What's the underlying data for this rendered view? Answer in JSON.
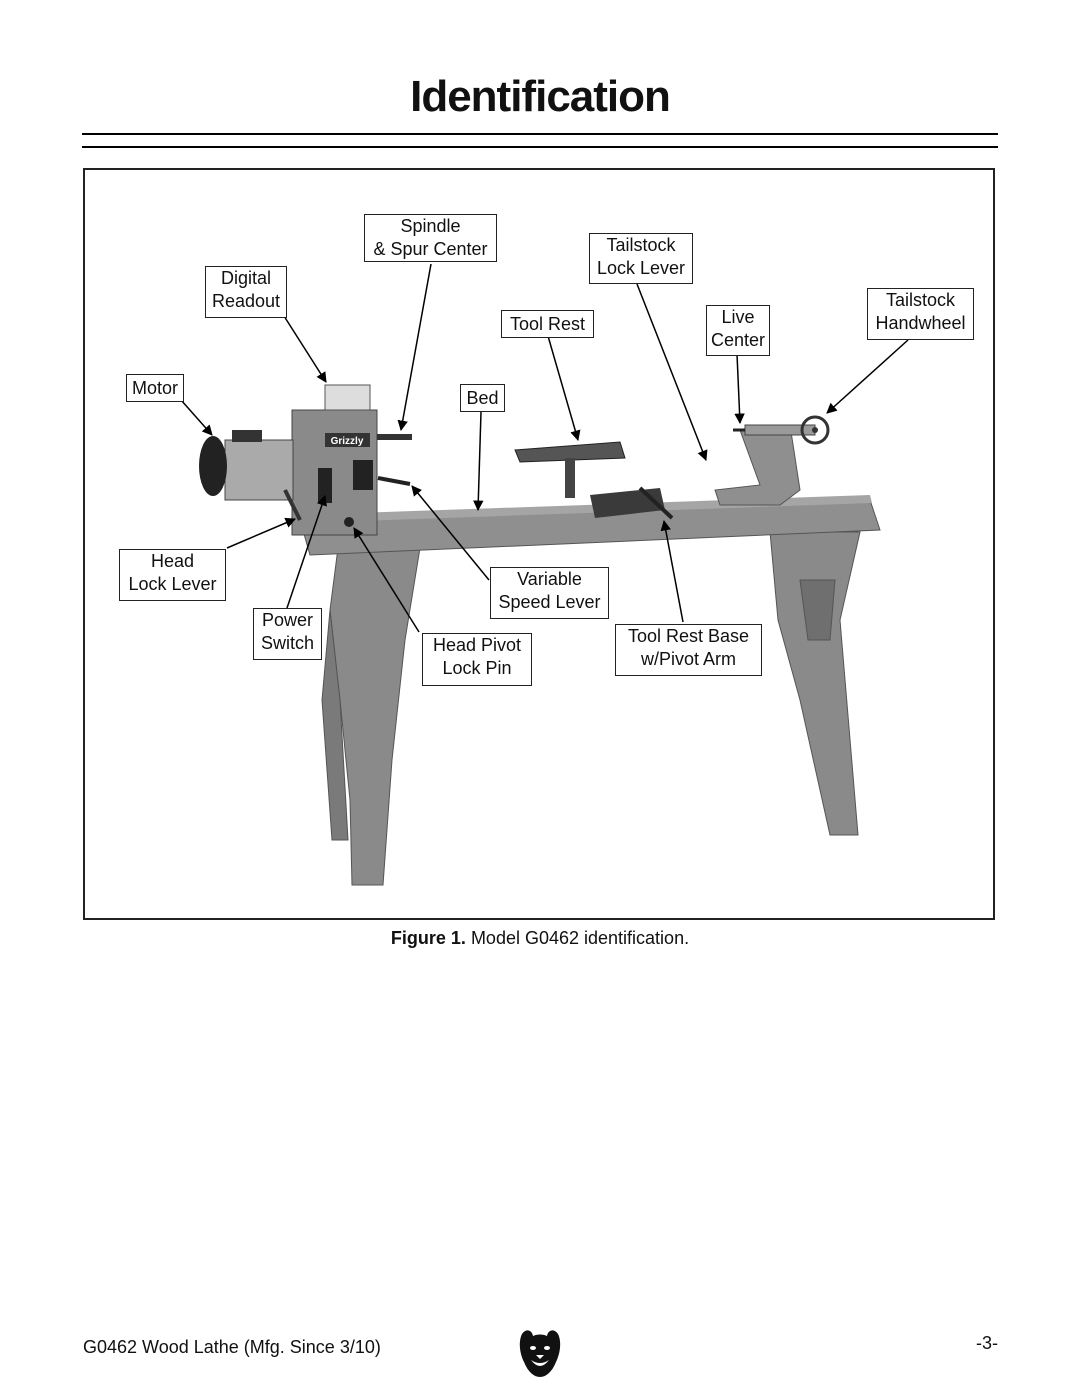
{
  "page": {
    "title": "Identification"
  },
  "figure": {
    "labels": {
      "spindle": [
        "Spindle",
        "& Spur Center"
      ],
      "tailstock_lock": [
        "Tailstock",
        "Lock Lever"
      ],
      "digital_readout": [
        "Digital",
        "Readout"
      ],
      "tailstock_handwheel": [
        "Tailstock",
        "Handwheel"
      ],
      "tool_rest": [
        "Tool Rest"
      ],
      "live_center": [
        "Live",
        "Center"
      ],
      "motor": [
        "Motor"
      ],
      "bed": [
        "Bed"
      ],
      "head_lock": [
        "Head",
        "Lock Lever"
      ],
      "variable_speed": [
        "Variable",
        "Speed Lever"
      ],
      "power_switch": [
        "Power",
        "Switch"
      ],
      "head_pivot": [
        "Head Pivot",
        "Lock Pin"
      ],
      "tool_rest_base": [
        "Tool Rest Base",
        "w/Pivot Arm"
      ]
    },
    "brand_plate": "Grizzly",
    "caption_prefix": "Figure 1.",
    "caption_text": " Model G0462 identification."
  },
  "footer": {
    "left": "G0462 Wood Lathe (Mfg. Since 3/10)",
    "right": "-3-",
    "logo_icon": "bear-head-icon"
  }
}
